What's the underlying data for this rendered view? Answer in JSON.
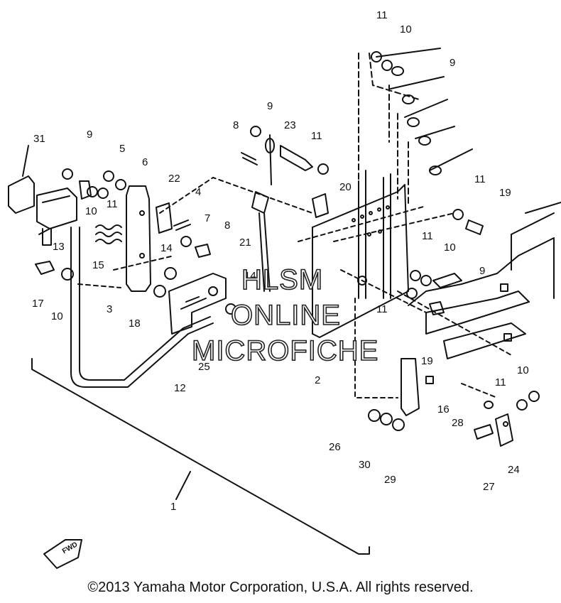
{
  "diagram": {
    "part_callouts": [
      "1",
      "2",
      "3",
      "4",
      "5",
      "6",
      "7",
      "8",
      "8",
      "9",
      "9",
      "9",
      "9",
      "10",
      "10",
      "10",
      "10",
      "10",
      "11",
      "11",
      "11",
      "11",
      "11",
      "11",
      "11",
      "12",
      "13",
      "14",
      "14",
      "15",
      "16",
      "17",
      "18",
      "19",
      "19",
      "20",
      "21",
      "22",
      "23",
      "24",
      "25",
      "26",
      "27",
      "28",
      "29",
      "30",
      "31"
    ],
    "watermark": [
      "HLSM",
      "ONLINE",
      "MICROFICHE"
    ],
    "fwd_marker": "FWD",
    "copyright": "©2013 Yamaha Motor Corporation, U.S.A. All rights reserved."
  }
}
